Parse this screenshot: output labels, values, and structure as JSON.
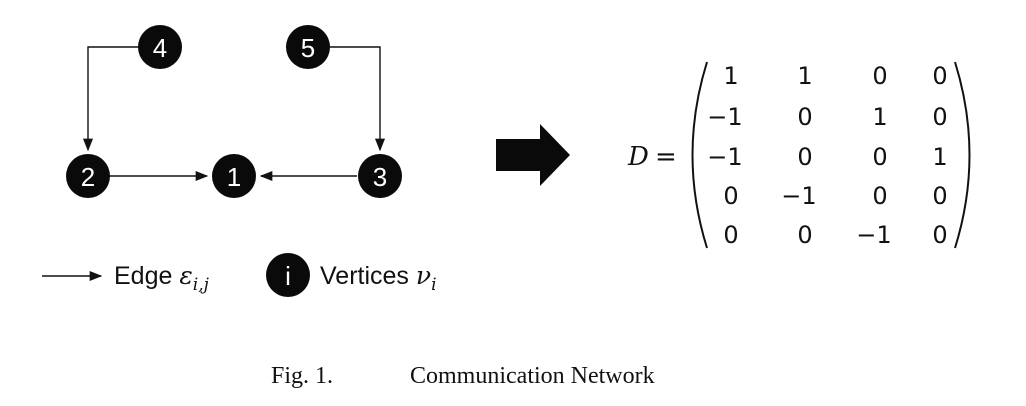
{
  "graph": {
    "nodes": [
      "4",
      "5",
      "2",
      "1",
      "3"
    ]
  },
  "legend": {
    "edge_label": "Edge ",
    "edge_symbol": "ε",
    "edge_subscript": "i,j",
    "vertex_icon_label": "i",
    "vertex_label": "Vertices ",
    "vertex_symbol": "ν",
    "vertex_subscript": "i"
  },
  "matrix": {
    "name": "D",
    "equals": "=",
    "rows": [
      [
        "1",
        "1",
        "0",
        "0"
      ],
      [
        "−1",
        "0",
        "1",
        "0"
      ],
      [
        "−1",
        "0",
        "0",
        "1"
      ],
      [
        "0",
        "−1",
        "0",
        "0"
      ],
      [
        "0",
        "0",
        "−1",
        "0"
      ]
    ]
  },
  "caption": {
    "label": "Fig. 1.",
    "title": "Communication Network"
  }
}
